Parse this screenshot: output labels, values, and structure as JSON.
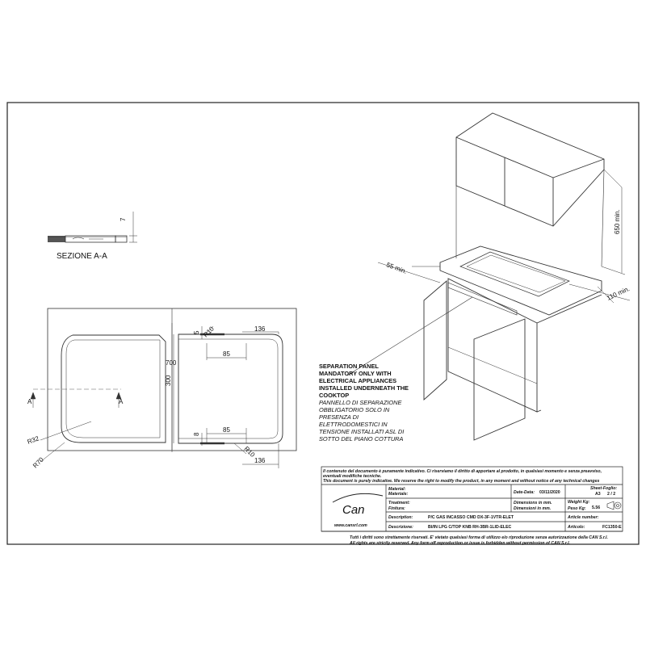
{
  "section": {
    "title": "SEZIONE A-A",
    "thickness": "7"
  },
  "plan": {
    "dim_136_top": "136",
    "dim_5": "5",
    "dim_r10_top": "R10",
    "dim_85_top": "85",
    "dim_700": "700",
    "dim_300": "300",
    "section_mark": "A",
    "dim_85_bottom": "85",
    "dim_8": "8",
    "dim_r10_bottom": "R10",
    "dim_r32": "R32",
    "dim_r70": "R70",
    "dim_136_bottom": "136"
  },
  "installation": {
    "dim_55": "55 min.",
    "dim_650": "650 min.",
    "dim_110": "110 min.",
    "note_en": [
      "SEPARATION PANEL",
      "MANDATORY ONLY WITH",
      "ELECTRICAL APPLIANCES",
      "INSTALLED UNDERNEATH THE",
      "COOKTOP"
    ],
    "note_it": [
      "PANNELLO DI SEPARAZIONE",
      "OBBLIGATORIO SOLO IN",
      "PRESENZA DI",
      "ELETTRODOMESTICI IN",
      "TENSIONE INSTALLATI ASL DI",
      "SOTTO DEL PIANO COTTURA"
    ]
  },
  "title_block": {
    "disclaimer": [
      "Il contenuto del documento è puramente indicativo. Ci riserviamo il diritto di apportare al prodotto, in qualsiasi momento e senza preavviso,",
      "eventuali modifiche tecniche.",
      "This document is purely indicative. We reserve the right to modify the product, in any moment and without notice of any technical changes"
    ],
    "logo": "Can",
    "website": "www.cansrl.com",
    "material_label": "Material:",
    "materiale_label": "Materiale:",
    "treatment_label": "Treatment:",
    "finitura_label": "Finitura:",
    "date_label": "Date-Data:",
    "date_value": "03/11/2020",
    "dimensions_label": "Dimensions in mm.",
    "dimensioni_label": "Dimensioni in mm.",
    "sheet_label": "Sheet-Foglio:",
    "sheet_size": "A3",
    "sheet_number": "2 / 2",
    "weight_label": "Weight Kg:",
    "peso_label": "Peso Kg:",
    "weight_value": "5.56",
    "description_label": "Description:",
    "description_value": "P/C GAS INCASSO CMD DX-3F-1VTR-ELET",
    "descrizione_label": "Descrizione:",
    "descrizione_value": "BI/IN LPG C/TOP KNB RH-3BR-1LID-ELEC",
    "article_label": "Article number:",
    "articolo_label": "Articolo:",
    "article_value": "FC1350-E",
    "rights": [
      "Tutti i diritti sono strettamente riservati. E' vietato qualsiasi forma di utilizzo e/o riproduzione senza autorizzazione della CAN S.r.l.",
      "All rights are strictly reserved. Any form off reproduction or issue is forbidden without permission of CAN S.r.l."
    ]
  }
}
